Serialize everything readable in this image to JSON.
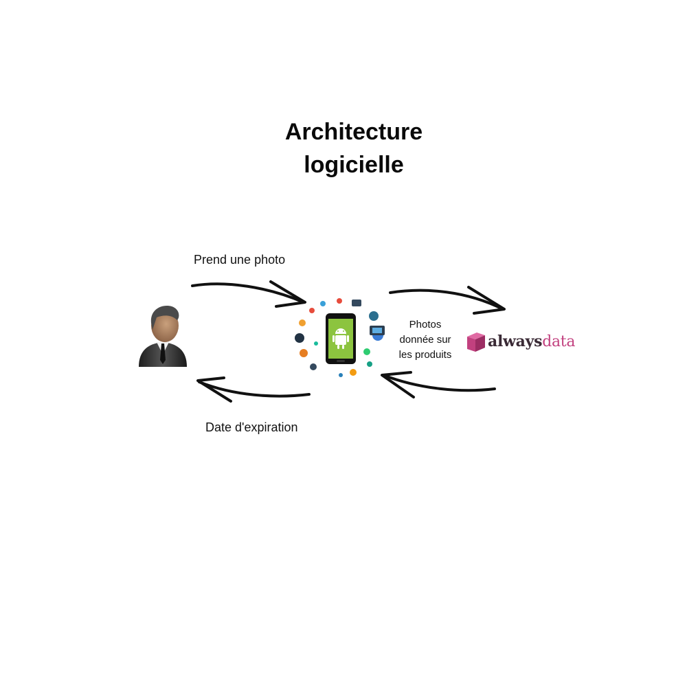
{
  "title": {
    "line1": "Architecture",
    "line2": "logicielle"
  },
  "flows": {
    "user_to_app": "Prend une photo",
    "app_to_user": "Date d'expiration",
    "app_server": {
      "line1": "Photos",
      "line2": "donnée sur",
      "line3": "les produits"
    }
  },
  "nodes": {
    "user": {
      "icon": "user-businessman-icon"
    },
    "app": {
      "icon": "android-phone-icon"
    },
    "server": {
      "logo_part1": "always",
      "logo_part2": "data",
      "brand_color": "#c2417f"
    }
  },
  "colors": {
    "arrow": "#111111",
    "phone_screen": "#8cc43f"
  }
}
